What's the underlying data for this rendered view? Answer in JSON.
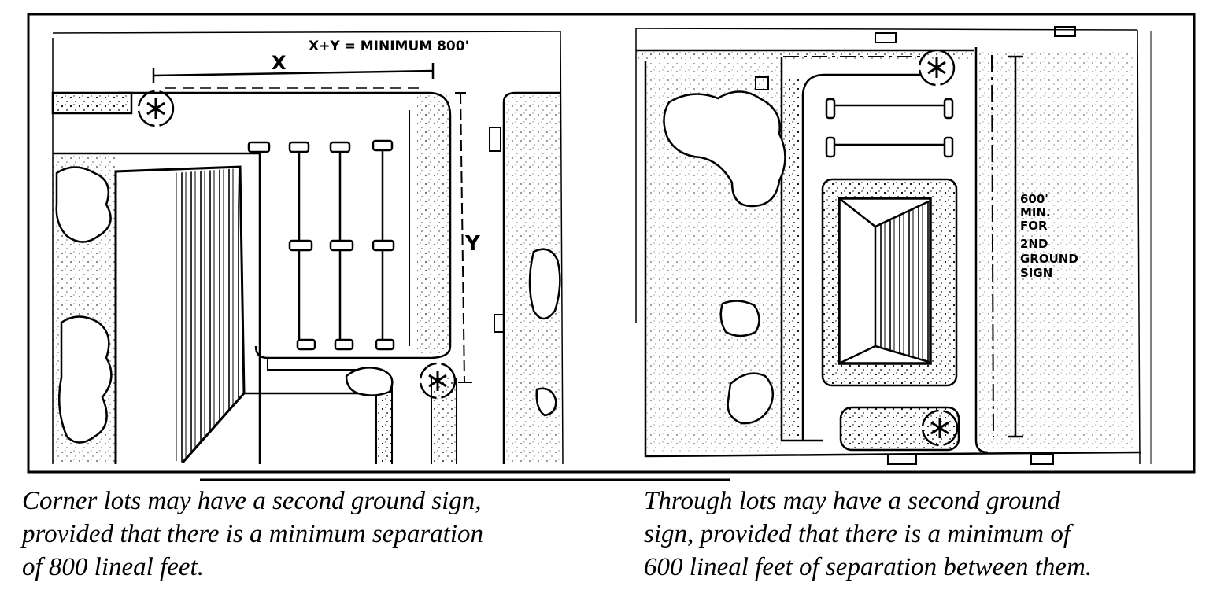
{
  "left_diagram": {
    "formula_label": "X+Y = MINIMUM 800'",
    "x_label": "X",
    "y_label": "Y",
    "caption_lines": [
      "Corner lots may have a second ground sign,",
      "provided that there is a minimum separation",
      "of 800 lineal feet."
    ]
  },
  "right_diagram": {
    "dimension_lines": [
      "600'",
      "MIN.",
      "FOR",
      "2ND",
      "GROUND",
      "SIGN"
    ],
    "caption_lines": [
      "Through lots may have a second ground",
      "sign, provided that there is a minimum of",
      "600 lineal feet of separation between them."
    ]
  },
  "icons": [
    "sign-asterisk-icon",
    "tree-icon",
    "parking-stall-icon"
  ]
}
